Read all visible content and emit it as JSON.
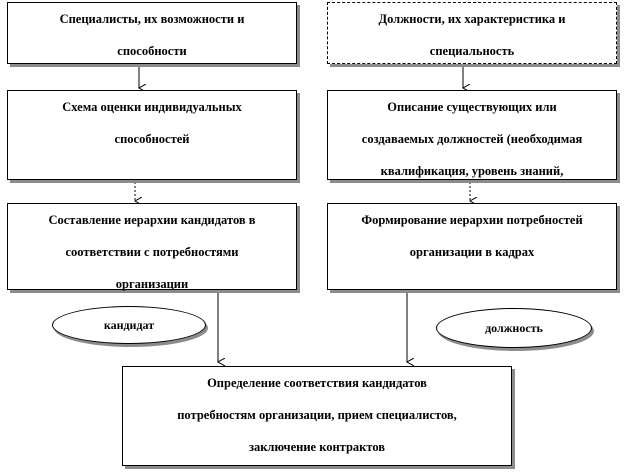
{
  "boxes": {
    "specialists": [
      "Специалисты, их возможности и",
      "способности"
    ],
    "positions": [
      "Должности, их характеристика и",
      "специальность"
    ],
    "assessment": [
      "Схема оценки индивидуальных",
      "способностей"
    ],
    "description": [
      "Описание существующих  или",
      "создаваемых должностей (необходимая",
      "квалификация, уровень знаний,"
    ],
    "candidate_hierarchy": [
      "Составление иерархии кандидатов в",
      "соответствии с потребностями",
      "организации"
    ],
    "needs_hierarchy": [
      "Формирование иерархии потребностей",
      "организации в кадрах"
    ],
    "matching": [
      "Определение соответствия кандидатов",
      "потребностям организации, прием специалистов,",
      "заключение контрактов"
    ]
  },
  "ovals": {
    "candidate": "кандидат",
    "position": "должность"
  }
}
